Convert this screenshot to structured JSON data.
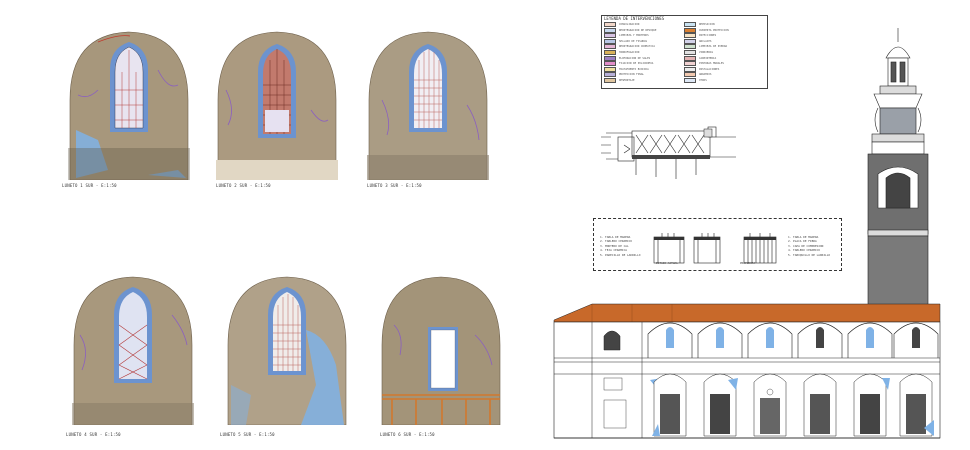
{
  "lunettes": [
    {
      "caption": "LUNETO 1 SUR - E:1:50",
      "window": "stained"
    },
    {
      "caption": "LUNETO 2 SUR - E:1:50",
      "window": "stained"
    },
    {
      "caption": "LUNETO 3 SUR - E:1:50",
      "window": "lattice"
    },
    {
      "caption": "LUNETO 4 SUR - E:1:50",
      "window": "stained"
    },
    {
      "caption": "LUNETO 5 SUR - E:1:50",
      "window": "lattice"
    },
    {
      "caption": "LUNETO 6 SUR - E:1:50",
      "window": "blank"
    }
  ],
  "legend": {
    "title": "LEYENDA DE INTERVENCIONES",
    "entries": [
      {
        "label": "CONSOLIDACION",
        "color": "#f2d7c9"
      },
      {
        "label": "REINTEGRACION DE REVOQUE",
        "color": "#c8d8ee"
      },
      {
        "label": "LIMPIEZA Y MORTEROS",
        "color": "#d7c3e3"
      },
      {
        "label": "SELLADO DE FISURAS",
        "color": "#b9c8e6"
      },
      {
        "label": "REINTEGRACION CROMATICA",
        "color": "#e6b8d6"
      },
      {
        "label": "HIDROFUGACION",
        "color": "#d8b25a"
      },
      {
        "label": "ELIMINACION DE SALES",
        "color": "#9b7fc2"
      },
      {
        "label": "FIJACION DE POLICROMIA",
        "color": "#e38ec9"
      },
      {
        "label": "TRATAMIENTO BIOCIDA",
        "color": "#f0e0a0"
      },
      {
        "label": "PROTECCION FINAL",
        "color": "#b8b0d8"
      },
      {
        "label": "DESMONTAJE",
        "color": "#e0c6a0"
      },
      {
        "label": "REPOSICION",
        "color": "#c9e3f2"
      },
      {
        "label": "CUBIERTA PROTECCION",
        "color": "#d98032"
      },
      {
        "label": "INYECCIONES",
        "color": "#f7e2c3"
      },
      {
        "label": "ANCLAJES",
        "color": "#d3d3e9"
      },
      {
        "label": "LIMPIEZA DE PIEDRA",
        "color": "#cfe2cf"
      },
      {
        "label": "VIDRIERAS",
        "color": "#e2e2e2"
      },
      {
        "label": "CARPINTERIA",
        "color": "#e3b3b3"
      },
      {
        "label": "PINTURAS MURALES",
        "color": "#f1d2d2"
      },
      {
        "label": "INSTALACIONES",
        "color": "#ededed"
      },
      {
        "label": "ANDAMIOS",
        "color": "#f2c9b0"
      },
      {
        "label": "OTROS",
        "color": "#dde7f5"
      }
    ]
  },
  "sections": {
    "list_left": [
      "1. TABLA DE MADERA",
      "2. TABLERO CERAMICO",
      "3. MORTERO DE CAL",
      "4. TEJA CERAMICA",
      "5. PARECILLO DE LADRILLO"
    ],
    "list_right": [
      "1. TABLA DE MADERA",
      "2. PLACA DE FIBRA",
      "3. CAPA DE COMPRESION",
      "4. TABLERO CERAMICO",
      "5. TABIQUILLO DE LADRILLO"
    ],
    "caption_current": "ESTADO ACTUAL",
    "caption_proposed": "PROPUESTA"
  },
  "colors": {
    "plaster": "#a7977c",
    "sky_blue": "#7fb2e6",
    "window_frame": "#6c93cf",
    "orange_roof": "#c8692a",
    "tower_gray": "#6f6f6f"
  }
}
